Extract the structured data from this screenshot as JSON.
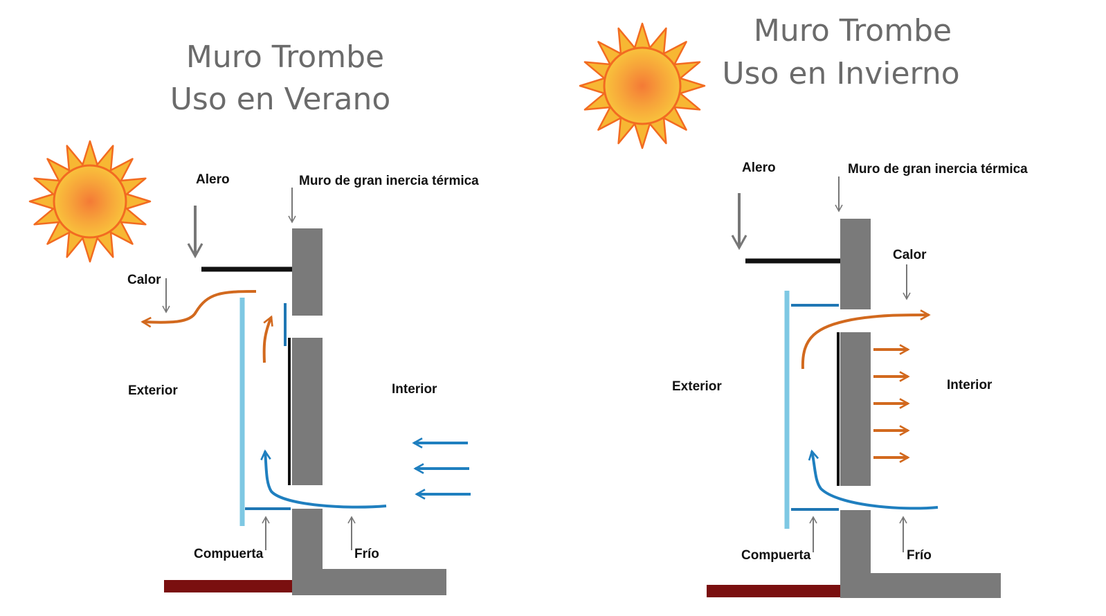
{
  "colors": {
    "wall": "#7a7a7a",
    "overhang": "#111111",
    "glass": "#7ec8e3",
    "damper": "#1f77b4",
    "hot_flow": "#d2691e",
    "cold_flow": "#1f7fbf",
    "floor": "#7a0f0f",
    "pointer": "#777777",
    "title_text": "#6b6b6b",
    "label_text": "#111111",
    "sun_core": "#f5a623",
    "sun_rays": "#f7b733",
    "sun_outline": "#f26b21"
  },
  "icons": [
    "sun-icon"
  ],
  "summer": {
    "title_line1": "Muro Trombe",
    "title_line2": "Uso en Verano",
    "labels": {
      "eave": "Alero",
      "wall": "Muro de gran inercia térmica",
      "heat": "Calor",
      "exterior": "Exterior",
      "interior": "Interior",
      "damper": "Compuerta",
      "cold": "Frío"
    }
  },
  "winter": {
    "title_line1": "Muro Trombe",
    "title_line2": "Uso en Invierno",
    "labels": {
      "eave": "Alero",
      "wall": "Muro de gran inercia térmica",
      "heat": "Calor",
      "exterior": "Exterior",
      "interior": "Interior",
      "damper": "Compuerta",
      "cold": "Frío"
    }
  }
}
